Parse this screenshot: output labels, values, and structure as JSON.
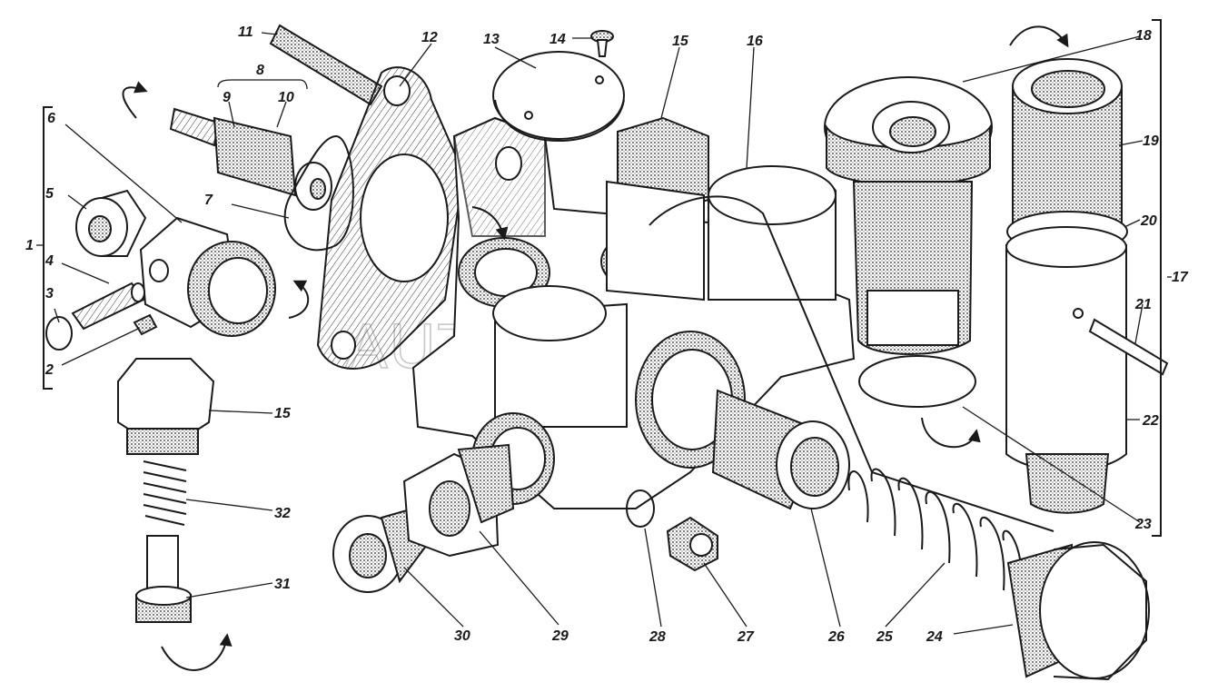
{
  "watermark": "AUTOPITER.RU",
  "labels": {
    "l1": "1",
    "l2": "2",
    "l3": "3",
    "l4": "4",
    "l5": "5",
    "l6": "6",
    "l7": "7",
    "l8": "8",
    "l9": "9",
    "l10": "10",
    "l11": "11",
    "l12": "12",
    "l13": "13",
    "l14": "14",
    "l15a": "15",
    "l15b": "15",
    "l16": "16",
    "l17": "17",
    "l18": "18",
    "l19": "19",
    "l20": "20",
    "l21": "21",
    "l22": "22",
    "l23": "23",
    "l24": "24",
    "l25": "25",
    "l26": "26",
    "l27": "27",
    "l28": "28",
    "l29": "29",
    "l30": "30",
    "l31": "31",
    "l32": "32"
  }
}
